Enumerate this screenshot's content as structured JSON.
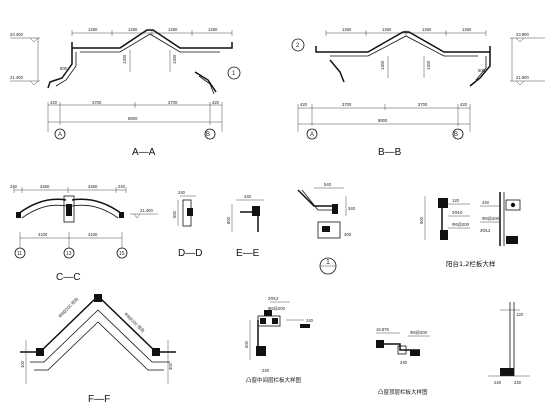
{
  "sections": {
    "aa": {
      "title": "A—A",
      "elev_top": "23.400",
      "elev_mid": "21.400",
      "bubble_left": "A",
      "bubble_right": "B",
      "overall": "8800",
      "span_left": "3700",
      "span_right": "3700",
      "edge_left": "420",
      "edge_right": "420",
      "top_dims": [
        "1260",
        "1260",
        "1260",
        "1260"
      ],
      "bubble_mark": "1"
    },
    "bb": {
      "title": "B—B",
      "elev_top": "23.900",
      "elev_mid": "21.900",
      "bubble_left": "A",
      "bubble_right": "B",
      "overall": "8800",
      "span_left": "3700",
      "span_right": "3700",
      "edge_left": "420",
      "edge_right": "420",
      "top_dims": [
        "1260",
        "1260",
        "1260",
        "1260"
      ],
      "bubble_mark": "2"
    },
    "cc": {
      "title": "C—C",
      "elev": "21.400",
      "top_dims": [
        "240",
        "3460",
        "3460",
        "240"
      ],
      "bottom_dims": [
        "4100",
        "4100"
      ],
      "bubbles": [
        "11",
        "13",
        "15"
      ]
    },
    "dd": {
      "title": "D—D"
    },
    "ee": {
      "title": "E—E"
    },
    "detail1": {
      "mark": "1"
    },
    "balcony": {
      "title": "阳台1,2栏板大样"
    },
    "ff": {
      "title": "F—F"
    },
    "bay_mid": {
      "title": "凸窗中间层栏板大样图"
    },
    "bay_top": {
      "title": "凸窗顶层栏板大样图"
    }
  }
}
